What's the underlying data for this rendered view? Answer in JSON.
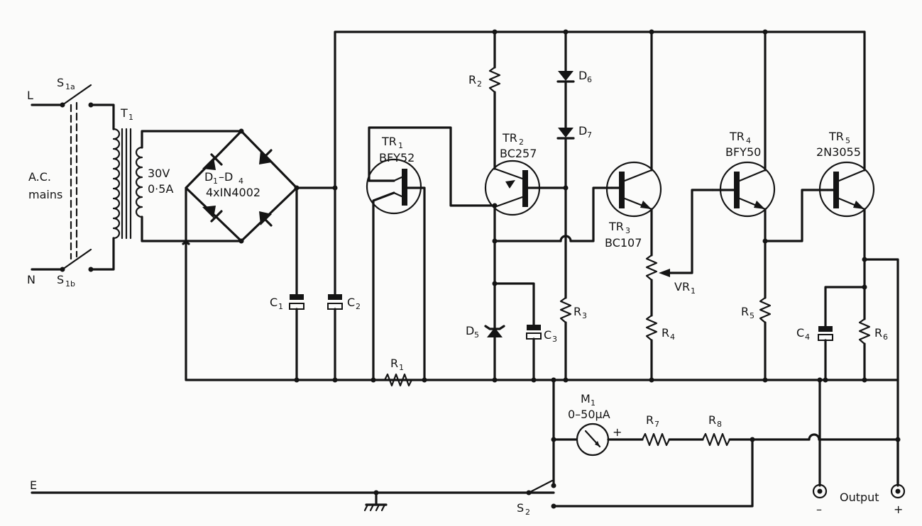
{
  "labels": {
    "L": "L",
    "N": "N",
    "E": "E",
    "mains": "A.C.",
    "mains2": "mains",
    "S1a": "S",
    "S1a_sub": "1a",
    "S1b": "S",
    "S1b_sub": "1b",
    "T1": "T",
    "T1_sub": "1",
    "sec_v": "30V",
    "sec_a": "0·5A",
    "D1D4": "D",
    "D1D4_sub1": "1",
    "D1D4_mid": "–D",
    "D1D4_sub2": "4",
    "diodes": "4xIN4002",
    "C1": "C",
    "C1_sub": "1",
    "C2": "C",
    "C2_sub": "2",
    "TR1": "TR",
    "TR1_sub": "1",
    "TR1_type": "BFY52",
    "R1": "R",
    "R1_sub": "1",
    "R2": "R",
    "R2_sub": "2",
    "TR2": "TR",
    "TR2_sub": "2",
    "TR2_type": "BC257",
    "D5": "D",
    "D5_sub": "5",
    "C3": "C",
    "C3_sub": "3",
    "D6": "D",
    "D6_sub": "6",
    "D7": "D",
    "D7_sub": "7",
    "R3": "R",
    "R3_sub": "3",
    "TR3": "TR",
    "TR3_sub": "3",
    "TR3_type": "BC107",
    "VR1": "VR",
    "VR1_sub": "1",
    "R4": "R",
    "R4_sub": "4",
    "TR4": "TR",
    "TR4_sub": "4",
    "TR4_type": "BFY50",
    "R5": "R",
    "R5_sub": "5",
    "TR5": "TR",
    "TR5_sub": "5",
    "TR5_type": "2N3055",
    "C4": "C",
    "C4_sub": "4",
    "R6": "R",
    "R6_sub": "6",
    "M1": "M",
    "M1_sub": "1",
    "M1_range": "0–50µA",
    "R7": "R",
    "R7_sub": "7",
    "R8": "R",
    "R8_sub": "8",
    "S2": "S",
    "S2_sub": "2",
    "output": "Output",
    "plus": "+",
    "minus": "–"
  }
}
